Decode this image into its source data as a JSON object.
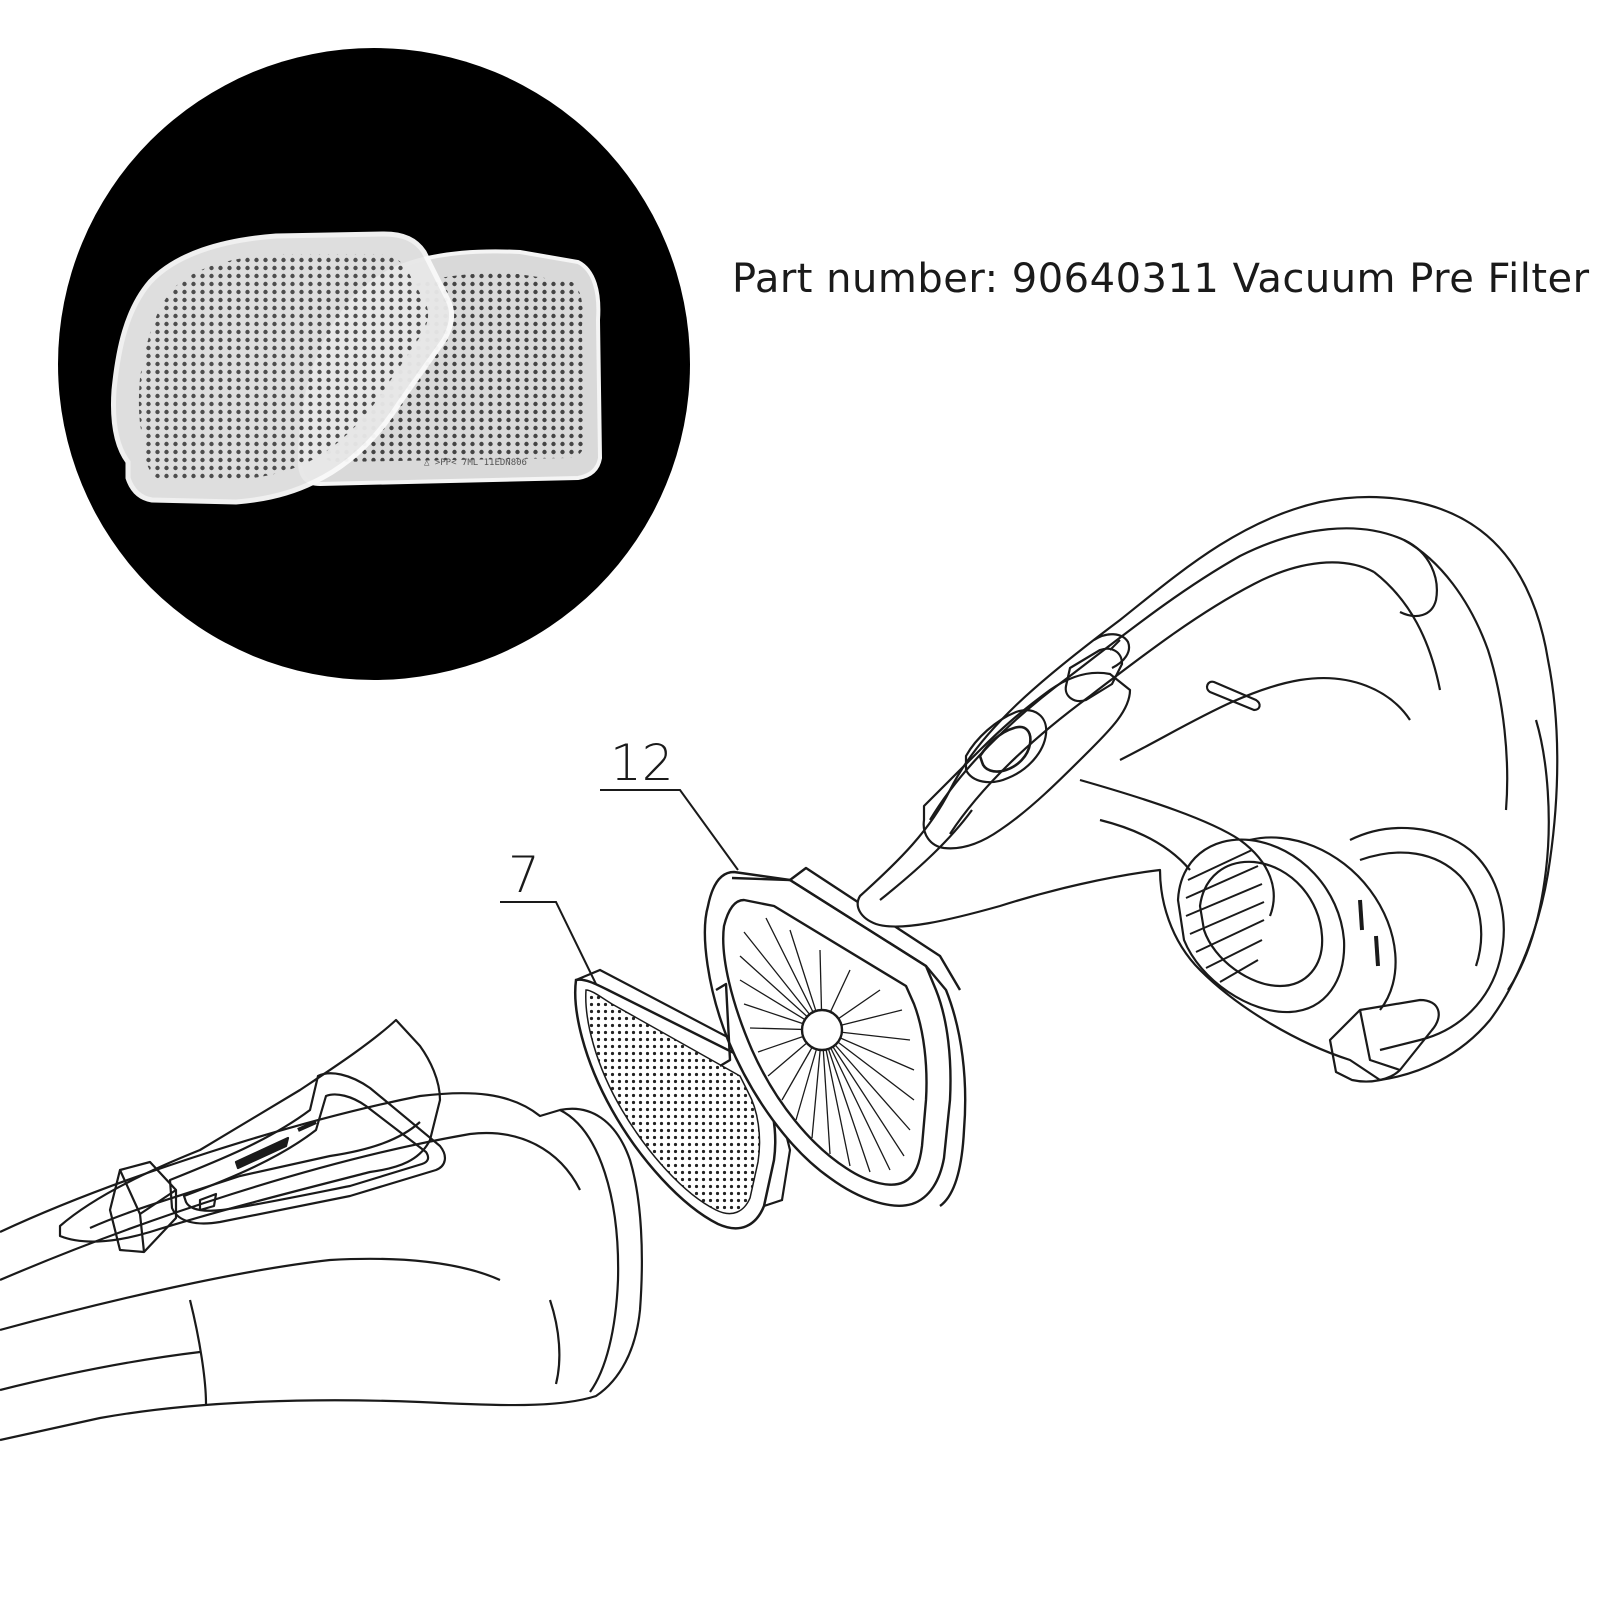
{
  "heading": "Part number: 90640311 Vacuum Pre Filter",
  "callouts": {
    "part_12": "12",
    "part_7": "7"
  },
  "filter_marking": "△ >PP< 7ML 11EDN806",
  "colors": {
    "ink": "#1a1a1a",
    "photo_background": "#000000",
    "filter_plastic": "#e6e6e6"
  }
}
